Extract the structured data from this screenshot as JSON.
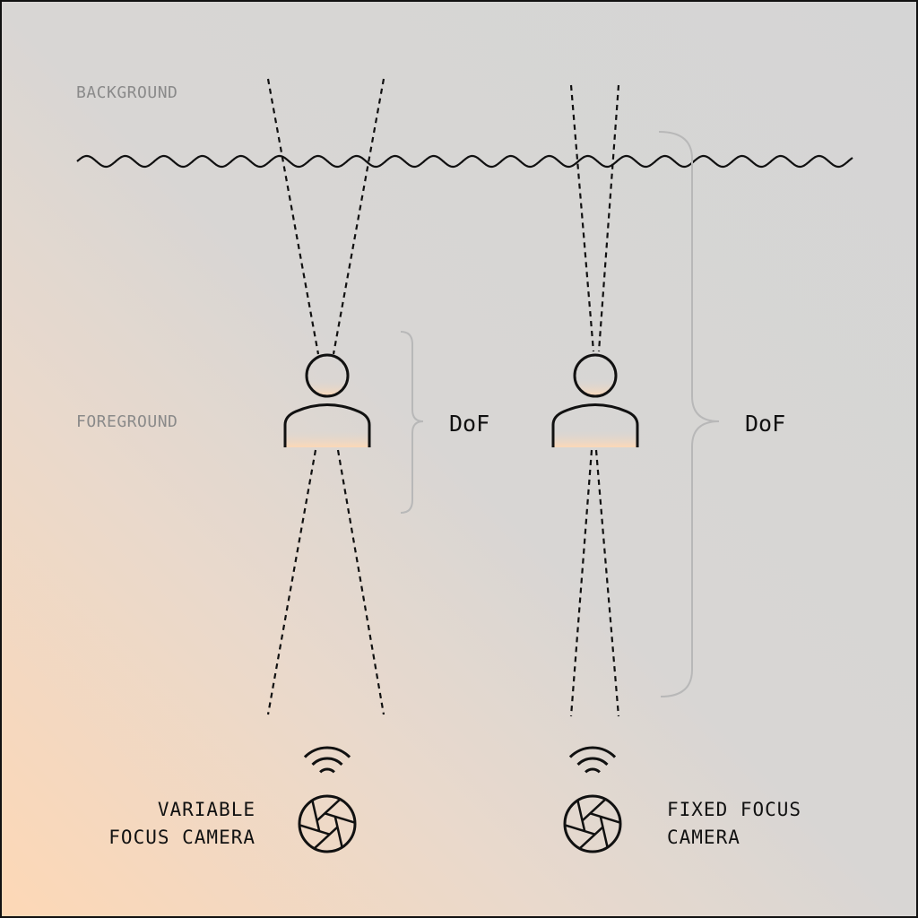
{
  "labels": {
    "background": "BACKGROUND",
    "foreground": "FOREGROUND",
    "dof_left": "DoF",
    "dof_right": "DoF",
    "variable_camera": "VARIABLE\nFOCUS CAMERA",
    "fixed_camera": "FIXED FOCUS\nCAMERA"
  },
  "colors": {
    "line": "#111111",
    "brace": "#b8b8b8",
    "zone_text": "#8a8a8a",
    "peach": "#fdd8b6",
    "gray": "#d5d5d5"
  }
}
